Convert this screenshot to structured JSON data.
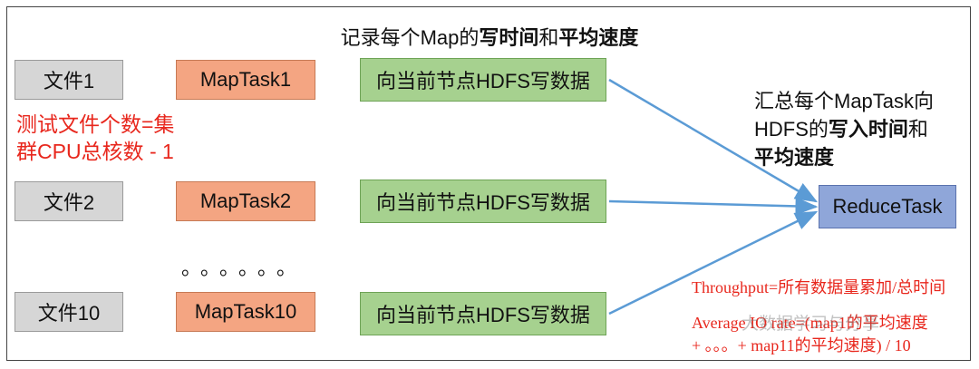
{
  "title": {
    "prefix": "记录每个Map的",
    "bold1": "写时间",
    "mid": "和",
    "bold2": "平均速度"
  },
  "files": [
    "文件1",
    "文件2",
    "文件10"
  ],
  "maptasks": [
    "MapTask1",
    "MapTask2",
    "MapTask10"
  ],
  "hdfs_write": [
    "向当前节点HDFS写数据",
    "向当前节点HDFS写数据",
    "向当前节点HDFS写数据"
  ],
  "ellipsis": "。。。。。。",
  "note_red": {
    "line1": "测试文件个数=集",
    "line2": "群CPU总核数 - 1"
  },
  "summary": {
    "line1": "汇总每个MapTask向",
    "line2_prefix": "HDFS的",
    "line2_bold": "写入时间",
    "line2_suffix": "和",
    "line3_bold": "平均速度"
  },
  "reduce": "ReduceTask",
  "formulas": {
    "throughput": "Throughput=所有数据量累加/总时间",
    "avg_line1": "Average IO rate=(map1的平均速度",
    "avg_line2": "+ 。。。+ map11的平均速度) / 10"
  },
  "watermark": "大数据学习与分享",
  "colors": {
    "file": "#d6d6d6",
    "map": "#f4a582",
    "hdfs": "#a6d18f",
    "reduce": "#8fa6d9",
    "note": "#e8271d",
    "arrow": "#5b9bd5"
  }
}
